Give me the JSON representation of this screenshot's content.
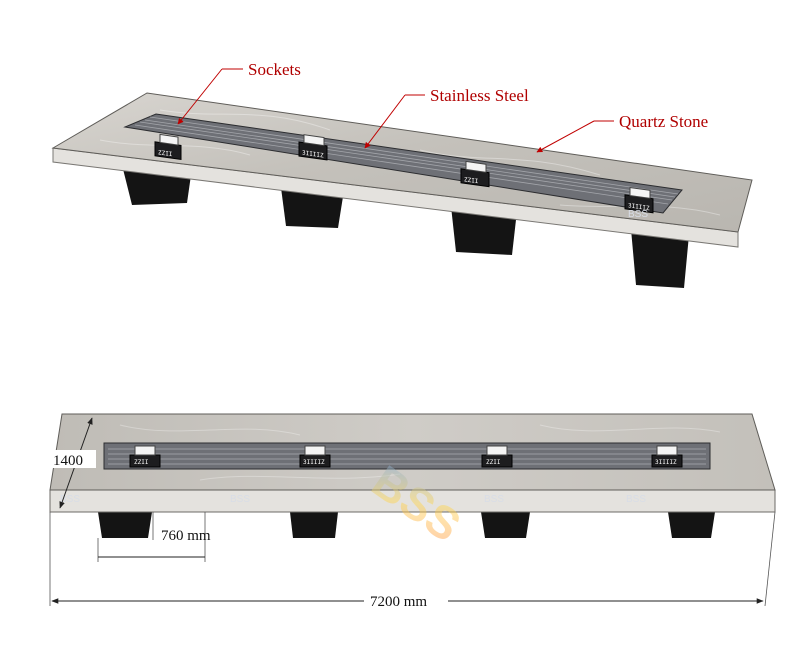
{
  "callouts": {
    "sockets": "Sockets",
    "stainless_steel": "Stainless Steel",
    "quartz_stone": "Quartz Stone"
  },
  "dimensions": {
    "width": "1400",
    "leg_offset": "760 mm",
    "length": "7200 mm"
  },
  "watermark": {
    "mark": "BSS",
    "logo": "BSS"
  },
  "socket_labels": [
    "ZZII",
    "3IIIIZ",
    "ZZII",
    "3IIIIZ"
  ],
  "colors": {
    "callout_text": "#b00000",
    "callout_line": "#c00000",
    "quartz_top": "#c9c6c1",
    "quartz_edge": "#e2e0dc",
    "steel_channel": "#6e7076",
    "leg": "#141414"
  }
}
